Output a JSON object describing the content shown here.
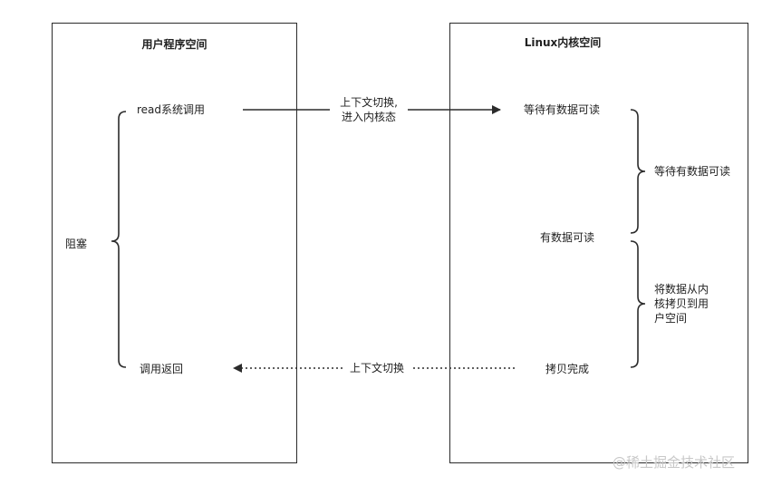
{
  "user_space": {
    "title": "用户程序空间",
    "read_call": "read系统调用",
    "blocked": "阻塞",
    "call_return": "调用返回"
  },
  "kernel_space": {
    "title": "Linux内核空间",
    "wait_readable_top": "等待有数据可读",
    "wait_readable_side": "等待有数据可读",
    "data_readable": "有数据可读",
    "copy_desc_line1": "将数据从内",
    "copy_desc_line2": "核拷贝到用",
    "copy_desc_line3": "户空间",
    "copy_done": "拷贝完成"
  },
  "edges": {
    "to_kernel_line1": "上下文切换,",
    "to_kernel_line2": "进入内核态",
    "to_user": "上下文切换"
  },
  "watermark": "@稀土掘金技术社区",
  "colors": {
    "stroke": "#2b2b2b",
    "text": "#222222",
    "watermark": "#c8c8c8"
  }
}
